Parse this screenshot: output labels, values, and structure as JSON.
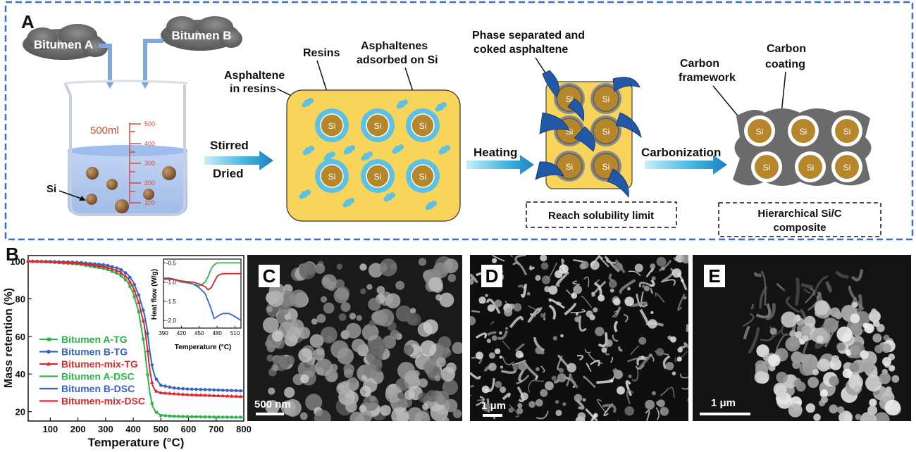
{
  "panel_a": {
    "letter": "A",
    "cloud_a": "Bitumen A",
    "cloud_b": "Bitumen B",
    "beaker_volume": "500ml",
    "beaker_ticks": [
      "500",
      "400",
      "300",
      "200",
      "100"
    ],
    "si_label": "Si",
    "step1_top": "Stirred",
    "step1_bottom": "Dried",
    "resins": "Resins",
    "asph_in_resins_1": "Asphaltene",
    "asph_in_resins_2": "in resins",
    "asph_adsorbed_1": "Asphaltenes",
    "asph_adsorbed_2": "adsorbed on Si",
    "particle_label": "Si",
    "step2": "Heating",
    "phase_sep_1": "Phase separated and",
    "phase_sep_2": "coked asphaltene",
    "solubility_box": "Reach solubility limit",
    "step3": "Carbonization",
    "carbon_framework_1": "Carbon",
    "carbon_framework_2": "framework",
    "carbon_coating_1": "Carbon",
    "carbon_coating_2": "coating",
    "composite_1": "Hierarchical Si/C",
    "composite_2": "composite"
  },
  "panel_b": {
    "letter": "B"
  },
  "panel_c": {
    "letter": "C",
    "scale_bar": "500 nm"
  },
  "panel_d": {
    "letter": "D",
    "scale_bar": "1 μm"
  },
  "panel_e": {
    "letter": "E",
    "scale_bar": "1 μm"
  },
  "colors": {
    "tg_a": "#2eb24a",
    "tg_b": "#3464c8",
    "tg_mix": "#e0262c",
    "resin": "#f5d25a",
    "si": "#b5872a",
    "asphaltene": "#2159a6"
  },
  "chart_data": [
    {
      "type": "line",
      "xlabel": "Temperature (°C)",
      "ylabel": "Mass retention (%)",
      "xlim": [
        20,
        800
      ],
      "ylim": [
        15,
        103
      ],
      "xticks": [
        100,
        200,
        300,
        400,
        500,
        600,
        700,
        800
      ],
      "yticks": [
        20,
        40,
        60,
        80,
        100
      ],
      "legend_position": "lower-left",
      "legend": [
        "Bitumen A-TG",
        "Bitumen B-TG",
        "Bitumen-mix-TG",
        "Bitumen A-DSC",
        "Bitumen B-DSC",
        "Bitumen-mix-DSC"
      ],
      "x": [
        20,
        100,
        200,
        300,
        350,
        380,
        400,
        420,
        440,
        450,
        460,
        470,
        480,
        500,
        550,
        600,
        700,
        800
      ],
      "series": [
        {
          "name": "Bitumen A-TG",
          "values": [
            100,
            99.5,
            98.5,
            96,
            93,
            89,
            83,
            73,
            55,
            42,
            30,
            23,
            20,
            18,
            17.5,
            17.3,
            17.1,
            17
          ]
        },
        {
          "name": "Bitumen B-TG",
          "values": [
            100,
            99.8,
            99.4,
            98,
            96,
            93,
            89,
            82,
            72,
            64,
            52,
            43,
            38,
            34,
            32.5,
            32,
            31.5,
            31
          ]
        },
        {
          "name": "Bitumen-mix-TG",
          "values": [
            100,
            99.7,
            99,
            97,
            94.5,
            91,
            86,
            78,
            66,
            55,
            42,
            34,
            31,
            30,
            29.5,
            29,
            28.5,
            28
          ]
        }
      ]
    },
    {
      "type": "line",
      "xlabel": "Temperature (°C)",
      "ylabel": "Heat flow (W/g)",
      "xlim": [
        390,
        520
      ],
      "ylim": [
        -2.2,
        -0.4
      ],
      "xticks": [
        390,
        420,
        450,
        480,
        510
      ],
      "yticks": [
        -0.5,
        -1.0,
        -1.5,
        -2.0
      ],
      "x": [
        390,
        400,
        410,
        420,
        430,
        440,
        450,
        460,
        465,
        470,
        475,
        480,
        485,
        490,
        500,
        510,
        520
      ],
      "series": [
        {
          "name": "Bitumen A-DSC",
          "values": [
            -0.92,
            -0.92,
            -0.95,
            -1.0,
            -1.02,
            -1.05,
            -1.1,
            -1.0,
            -0.85,
            -0.65,
            -0.55,
            -0.5,
            -0.5,
            -0.5,
            -0.5,
            -0.5,
            -0.5
          ]
        },
        {
          "name": "Bitumen B-DSC",
          "values": [
            -0.9,
            -0.9,
            -0.93,
            -0.98,
            -1.0,
            -1.05,
            -1.15,
            -1.3,
            -1.5,
            -1.7,
            -1.95,
            -1.9,
            -1.85,
            -1.82,
            -1.82,
            -1.9,
            -2.0
          ]
        },
        {
          "name": "Bitumen-mix-DSC",
          "values": [
            -0.92,
            -0.92,
            -0.94,
            -0.97,
            -0.99,
            -1.0,
            -1.05,
            -1.12,
            -1.2,
            -1.15,
            -1.0,
            -0.85,
            -0.8,
            -0.78,
            -0.78,
            -0.78,
            -0.78
          ]
        }
      ]
    }
  ]
}
